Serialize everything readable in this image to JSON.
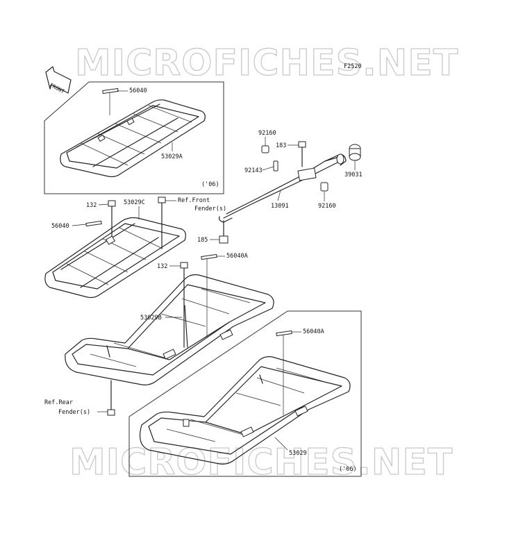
{
  "figure_code": "F2520",
  "watermark": "MICROFICHES.NET",
  "front_label": "FRONT",
  "labels": {
    "p56040_top": "56040",
    "p53029A": "53029A",
    "year_a": "('06)",
    "p92160_a": "92160",
    "p183": "183",
    "p92143": "92143",
    "p39031": "39031",
    "p13091": "13091",
    "p92160_b": "92160",
    "p132_a": "132",
    "p53029C": "53029C",
    "ref_front_1": "Ref.Front",
    "ref_front_2": "Fender(s)",
    "p56040_mid": "56040",
    "p185": "185",
    "p132_b": "132",
    "p56040A_a": "56040A",
    "p53029B": "53029B",
    "p56040A_b": "56040A",
    "ref_rear_1": "Ref.Rear",
    "ref_rear_2": "Fender(s)",
    "p53029": "53029",
    "year_b": "('06)"
  }
}
